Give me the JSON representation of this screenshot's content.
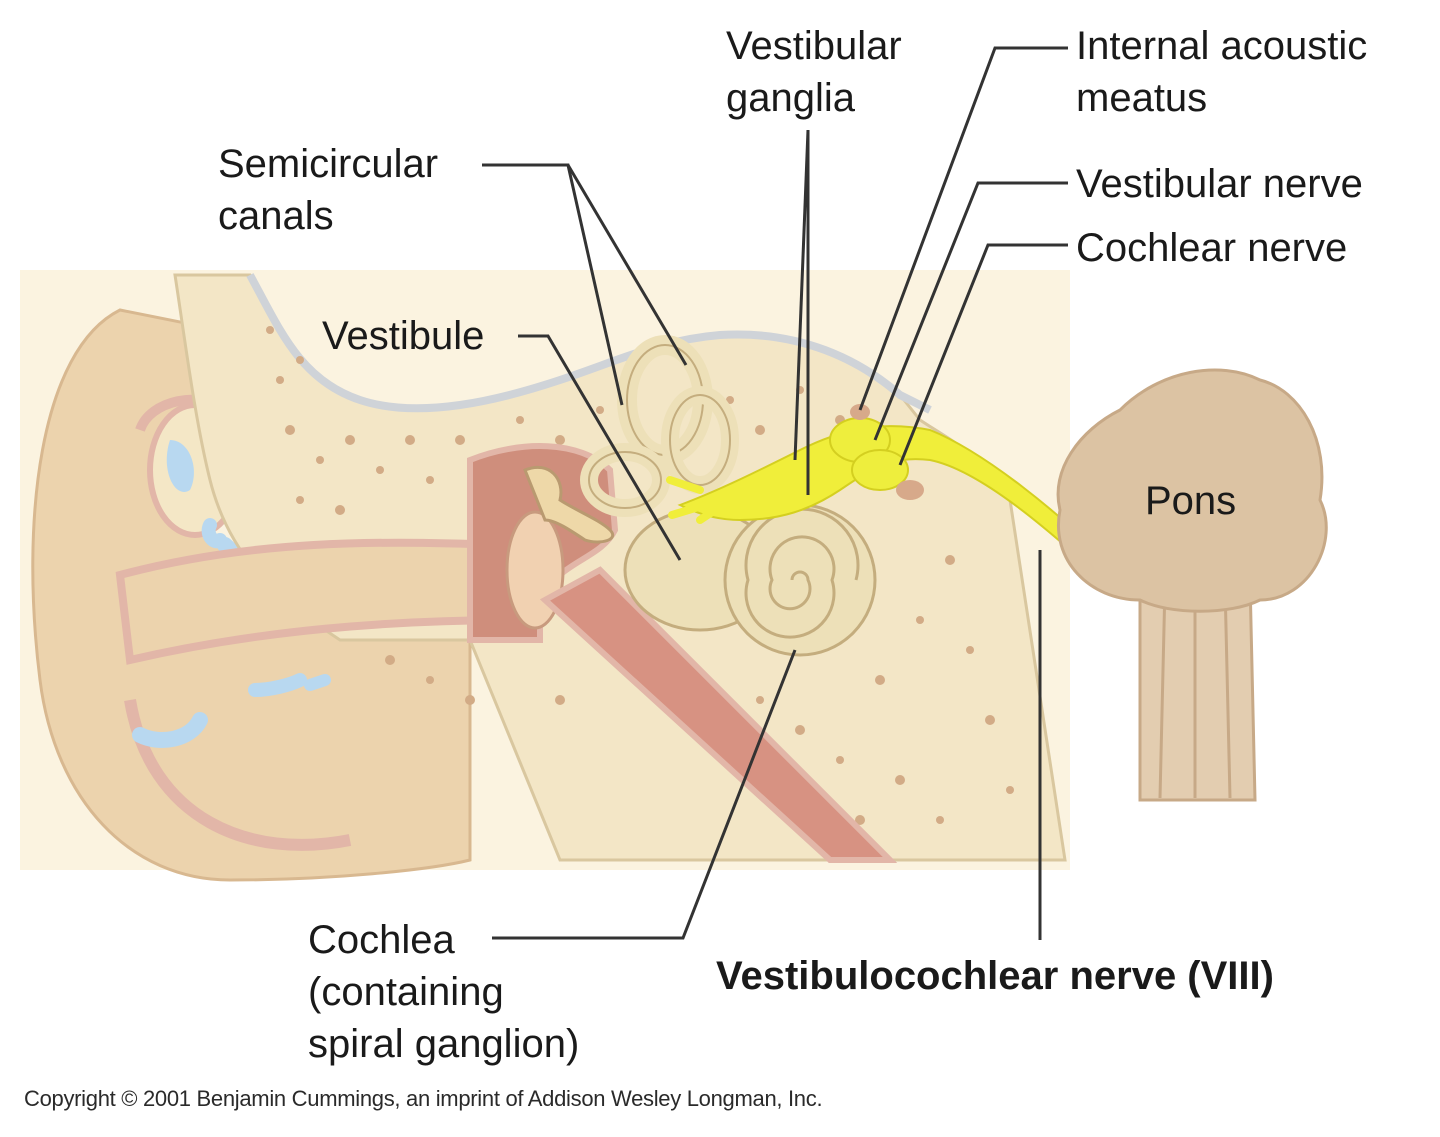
{
  "labels": {
    "semicircular_canals": [
      "Semicircular",
      "canals"
    ],
    "vestibular_ganglia": [
      "Vestibular",
      "ganglia"
    ],
    "internal_acoustic_meatus": [
      "Internal acoustic",
      "meatus"
    ],
    "vestibular_nerve": "Vestibular nerve",
    "cochlear_nerve": "Cochlear nerve",
    "vestibule": "Vestibule",
    "pons": "Pons",
    "cochlea": [
      "Cochlea",
      "(containing",
      "spiral ganglion)"
    ],
    "vestibulocochlear_nerve": "Vestibulocochlear nerve (VIII)"
  },
  "copyright": "Copyright © 2001 Benjamin Cummings, an imprint of Addison Wesley Longman, Inc.",
  "colors": {
    "bone": "#f3e6c6",
    "skin": "#ecd6b0",
    "canal_pink": "#e7b4a8",
    "nerve_yellow": "#f0ee3a",
    "pons_tan": "#dcc3a3",
    "fluid_blue": "#b8d8f0",
    "leader_line": "#333333"
  }
}
